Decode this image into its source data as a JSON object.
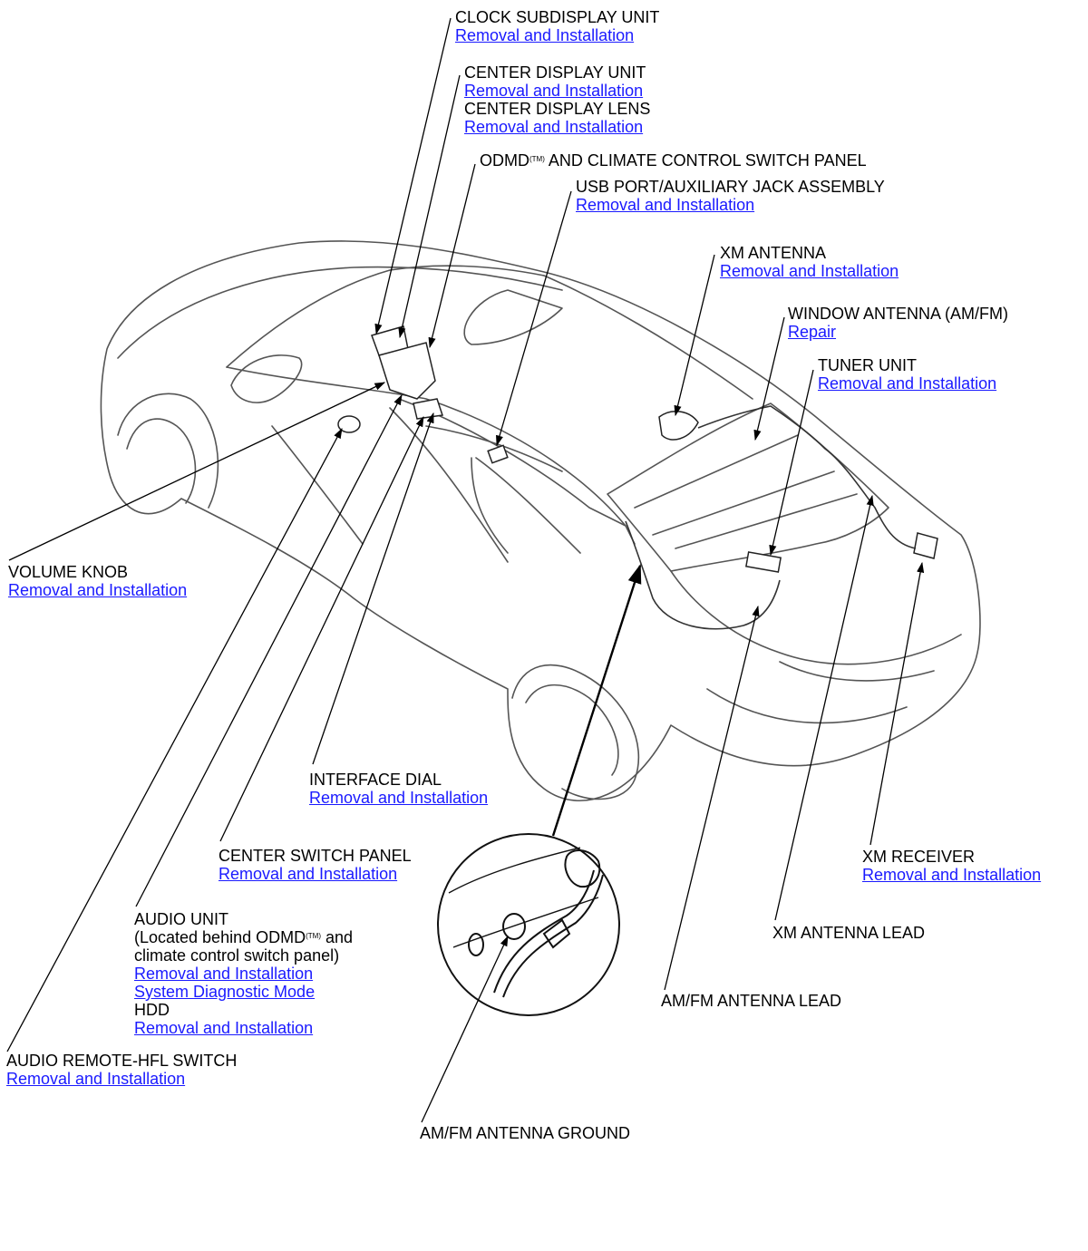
{
  "colors": {
    "link": "#1a1aff",
    "line": "#000000",
    "car_line": "#555555"
  },
  "callouts": {
    "clock_subdisplay": {
      "title": "CLOCK SUBDISPLAY UNIT",
      "link": "Removal and Installation"
    },
    "center_display": {
      "title": "CENTER DISPLAY UNIT",
      "link": "Removal and Installation"
    },
    "center_display_lens": {
      "title": "CENTER DISPLAY LENS",
      "link": "Removal and Installation"
    },
    "odmd_panel": {
      "title_a": "ODMD",
      "tm": "(TM)",
      "title_b": " AND CLIMATE CONTROL SWITCH PANEL"
    },
    "usb_port": {
      "title": "USB PORT/AUXILIARY JACK ASSEMBLY",
      "link": "Removal and Installation"
    },
    "xm_antenna": {
      "title": "XM ANTENNA",
      "link": "Removal and Installation"
    },
    "window_antenna": {
      "title": "WINDOW ANTENNA (AM/FM)",
      "link": "Repair"
    },
    "tuner_unit": {
      "title": "TUNER UNIT",
      "link": "Removal and Installation"
    },
    "volume_knob": {
      "title": "VOLUME KNOB",
      "link": "Removal and Installation"
    },
    "interface_dial": {
      "title": "INTERFACE DIAL",
      "link": "Removal and Installation"
    },
    "center_switch_panel": {
      "title": "CENTER SWITCH PANEL",
      "link": "Removal and Installation"
    },
    "xm_receiver": {
      "title": "XM RECEIVER",
      "link": "Removal and Installation"
    },
    "xm_antenna_lead": {
      "title": "XM ANTENNA LEAD"
    },
    "audio_unit": {
      "title": "AUDIO UNIT",
      "note_a": "(Located behind ODMD",
      "tm": "(TM)",
      "note_b": " and",
      "note_c": "climate control switch panel)",
      "link1": "Removal and Installation",
      "link2": "System Diagnostic Mode",
      "hdd_title": "HDD",
      "hdd_link": "Removal and Installation"
    },
    "amfm_antenna_lead": {
      "title": "AM/FM ANTENNA LEAD"
    },
    "audio_remote_switch": {
      "title": "AUDIO REMOTE-HFL SWITCH",
      "link": "Removal and Installation"
    },
    "amfm_antenna_ground": {
      "title": "AM/FM ANTENNA GROUND"
    }
  }
}
